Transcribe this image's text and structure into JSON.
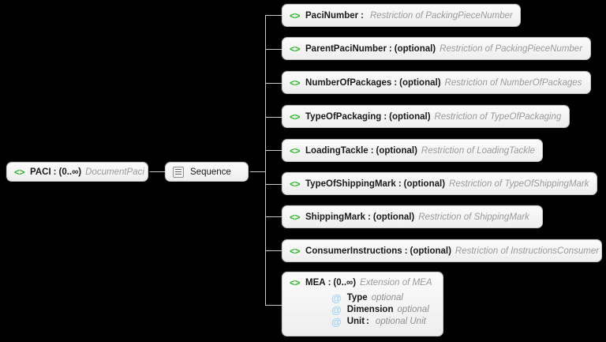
{
  "diagram": {
    "kind": "xml-schema-tree",
    "background_color": "#000000",
    "connector_color": "#c9c9c9",
    "element_icon_color": "#2fb22f",
    "attribute_icon_color": "#9ed2f0",
    "box_fill_color": "#f4f4f4",
    "type_text_color": "#9a9a9a"
  },
  "root": {
    "icon": "element-icon",
    "name": "PACI",
    "separator": ":",
    "cardinality": "(0..∞)",
    "type": "DocumentPaci"
  },
  "compositor": {
    "icon": "sequence-icon",
    "label": "Sequence"
  },
  "children": [
    {
      "icon": "element-icon",
      "name": "PaciNumber",
      "separator": ":",
      "occurrence": "",
      "type": "Restriction of PackingPieceNumber"
    },
    {
      "icon": "element-icon",
      "name": "ParentPaciNumber",
      "separator": ":",
      "occurrence": "(optional)",
      "type": "Restriction of PackingPieceNumber"
    },
    {
      "icon": "element-icon",
      "name": "NumberOfPackages",
      "separator": ":",
      "occurrence": "(optional)",
      "type": "Restriction of NumberOfPackages"
    },
    {
      "icon": "element-icon",
      "name": "TypeOfPackaging",
      "separator": ":",
      "occurrence": "(optional)",
      "type": "Restriction of TypeOfPackaging"
    },
    {
      "icon": "element-icon",
      "name": "LoadingTackle",
      "separator": ":",
      "occurrence": "(optional)",
      "type": "Restriction of LoadingTackle"
    },
    {
      "icon": "element-icon",
      "name": "TypeOfShippingMark",
      "separator": ":",
      "occurrence": "(optional)",
      "type": "Restriction of TypeOfShippingMark"
    },
    {
      "icon": "element-icon",
      "name": "ShippingMark",
      "separator": ":",
      "occurrence": "(optional)",
      "type": "Restriction of ShippingMark"
    },
    {
      "icon": "element-icon",
      "name": "ConsumerInstructions",
      "separator": ":",
      "occurrence": "(optional)",
      "type": "Restriction of InstructionsConsumer"
    }
  ],
  "mea_node": {
    "icon": "element-icon",
    "name": "MEA",
    "separator": ":",
    "occurrence": "(0..∞)",
    "type": "Extension of MEA",
    "attributes": [
      {
        "icon": "attribute-icon",
        "name": "Type",
        "separator": "",
        "modifier": "optional"
      },
      {
        "icon": "attribute-icon",
        "name": "Dimension",
        "separator": "",
        "modifier": "optional"
      },
      {
        "icon": "attribute-icon",
        "name": "Unit",
        "separator": ":",
        "modifier": "optional Unit"
      }
    ]
  }
}
